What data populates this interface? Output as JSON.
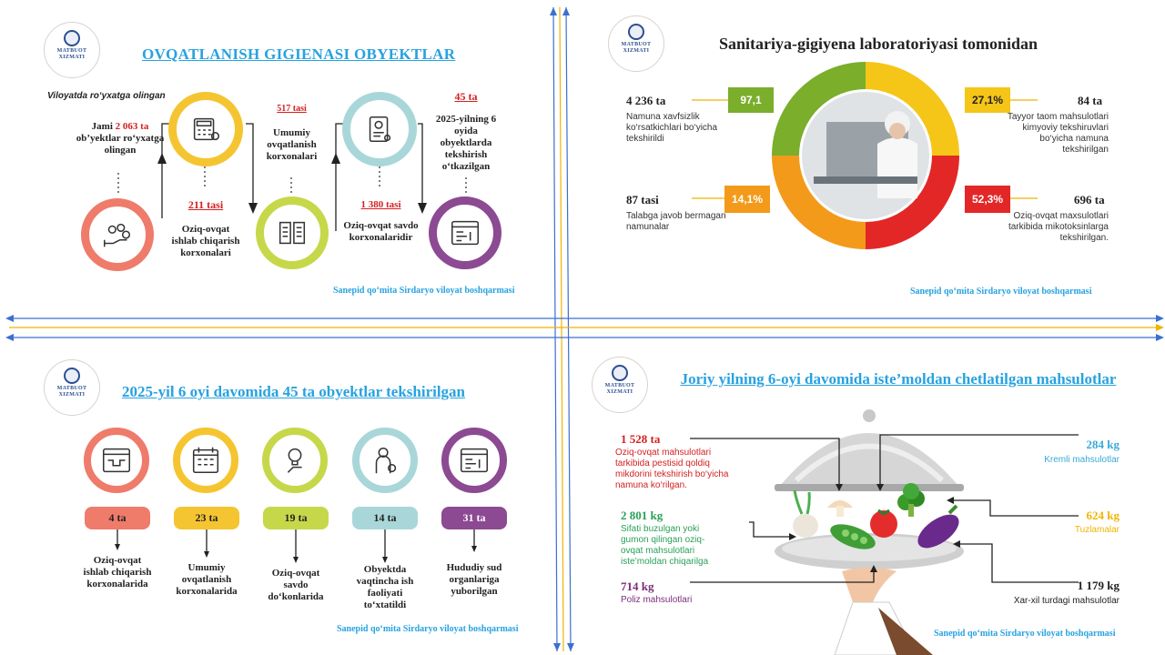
{
  "logo_text": [
    "MATBUOT",
    "XIZMATI"
  ],
  "credit": "Sanepid qo‘mita Sirdaryo viloyat boshqarmasi",
  "q1": {
    "title": "OVQATLANISH GIGIENASI OBYEKTLAR",
    "subtitle": "Viloyatda ro‘yxatga olingan",
    "total_pre": "Jami",
    "total_num": "2 063 ta",
    "total_post": "ob’yektlar ro‘yxatga olingan",
    "prod_num": "211 tasi",
    "prod_label": "Oziq-ovqat ishlab chiqarish korxonalari",
    "public_num": "517 tasi",
    "public_label": "Umumiy ovqatlanish korxonalari",
    "trade_num": "1 380 tasi",
    "trade_label": "Oziq-ovqat savdo korxonalaridir",
    "insp_num": "45 ta",
    "insp_label": "2025-yilning 6 oyida obyektlarda tekshirish o‘tkazilgan",
    "colors": [
      "#ef7b6b",
      "#f5c531",
      "#c6d84a",
      "#a9d7d9",
      "#8c4a93"
    ]
  },
  "q2": {
    "title": "Sanitariya-gigiyena laboratoriyasi  tomonidan",
    "items": [
      {
        "count": "4 236 ta",
        "desc": "Namuna xavfsizlik ko‘rsatkichlari bo‘yicha tekshirildi",
        "pct": "97,1",
        "color": "#7aae2b"
      },
      {
        "count": "84 ta",
        "desc": "Tayyor taom mahsulotlari kimyoviy tekshiruvlari bo‘yicha namuna tekshirilgan",
        "pct": "27,1%",
        "color": "#f5c518"
      },
      {
        "count": "87 tasi",
        "desc": "Talabga javob bermagan namunalar",
        "pct": "14,1%",
        "color": "#f39a1a"
      },
      {
        "count": "696 ta",
        "desc": "Oziq-ovqat maxsulotlari tarkibida mikotoksinlarga tekshirilgan.",
        "pct": "52,3%",
        "color": "#e32727"
      }
    ]
  },
  "q3": {
    "title": "2025-yil 6 oyi davomida  45 ta obyektlar tekshirilgan",
    "items": [
      {
        "count": "4 ta",
        "label": "Oziq-ovqat ishlab chiqarish korxonalarida",
        "color": "#ef7b6b"
      },
      {
        "count": "23 ta",
        "label": "Umumiy ovqatlanish korxonalarida",
        "color": "#f5c531"
      },
      {
        "count": "19 ta",
        "label": "Oziq-ovqat savdo do‘konlarida",
        "color": "#c6d84a"
      },
      {
        "count": "14 ta",
        "label": "Obyektda vaqtincha ish faoliyati to‘xtatildi",
        "color": "#a9d7d9"
      },
      {
        "count": "31 ta",
        "label": "Hududiy sud organlariga yuborilgan",
        "color": "#8c4a93"
      }
    ]
  },
  "q4": {
    "title": "Joriy yilning 6-oyi davomida iste’moldan chetlatilgan mahsulotlar",
    "left": [
      {
        "amount": "1 528 ta",
        "desc": "Oziq-ovqat mahsulotlari tarkibida pestisid qoldiq mikdorini tekshirish bo‘yicha namuna ko‘rilgan.",
        "color": "#d42020"
      },
      {
        "amount": "2 801 kg",
        "desc": "Sifati buzulgan yoki gumon  qilingan oziq-ovqat mahsulotlari iste’moldan chiqarilga",
        "color": "#2aa05a"
      },
      {
        "amount": "714 kg",
        "desc": "Poliz mahsulotlari",
        "color": "#7a2e7a"
      }
    ],
    "right": [
      {
        "amount": "284 kg",
        "desc": "Kremli mahsulotlar",
        "color": "#3aa8d8"
      },
      {
        "amount": "624 kg",
        "desc": "Tuzlamalar",
        "color": "#f0b400"
      },
      {
        "amount": "1 179 kg",
        "desc": "Xar-xil turdagi mahsulotlar",
        "color": "#222222"
      }
    ]
  }
}
